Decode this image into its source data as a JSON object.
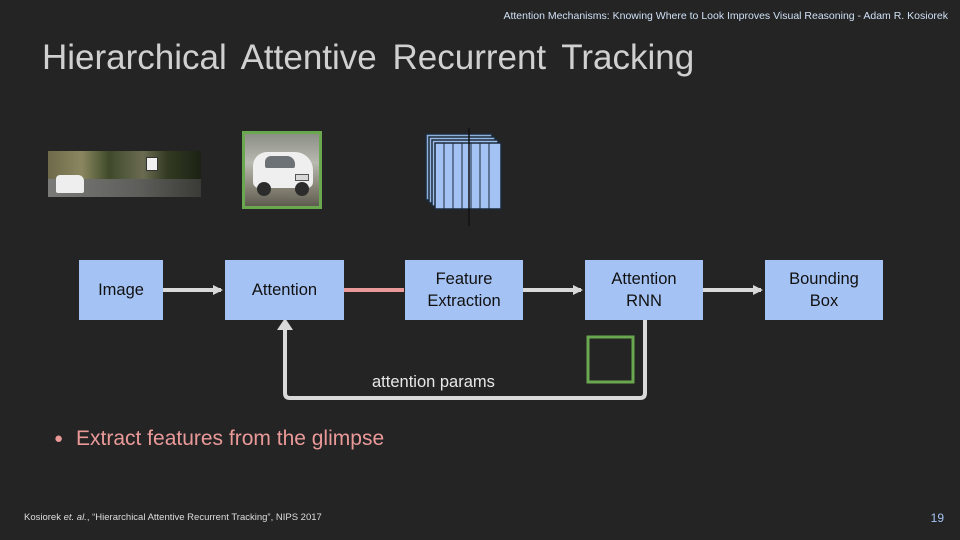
{
  "header": {
    "text": "Attention Mechanisms: Knowing Where to Look Improves Visual Reasoning - Adam R. Kosiorek"
  },
  "slide": {
    "title": "Hierarchical Attentive Recurrent Tracking",
    "page_number": "19"
  },
  "diagram": {
    "nodes": {
      "image": "Image",
      "attention": "Attention",
      "feature_extraction": "Feature\nExtraction",
      "attention_rnn": "Attention\nRNN",
      "bounding_box": "Bounding\nBox"
    },
    "feedback_label": "attention params",
    "colors": {
      "node_fill": "#a4c2f4",
      "arrow": "#d9d9d9",
      "highlight_arrow": "#ea9999",
      "glimpse_border": "#6aa84f",
      "background": "#242424"
    },
    "icons": {
      "input_image": "road-scene-image",
      "glimpse": "car-glimpse-image",
      "features": "feature-maps-stack-icon",
      "box_output": "bounding-box-icon"
    }
  },
  "bullets": [
    "Extract features from the glimpse"
  ],
  "citation": {
    "authors": "Kosiorek ",
    "etal": "et. al.",
    "rest": ", “Hierarchical Attentive Recurrent Tracking”, NIPS  2017"
  }
}
